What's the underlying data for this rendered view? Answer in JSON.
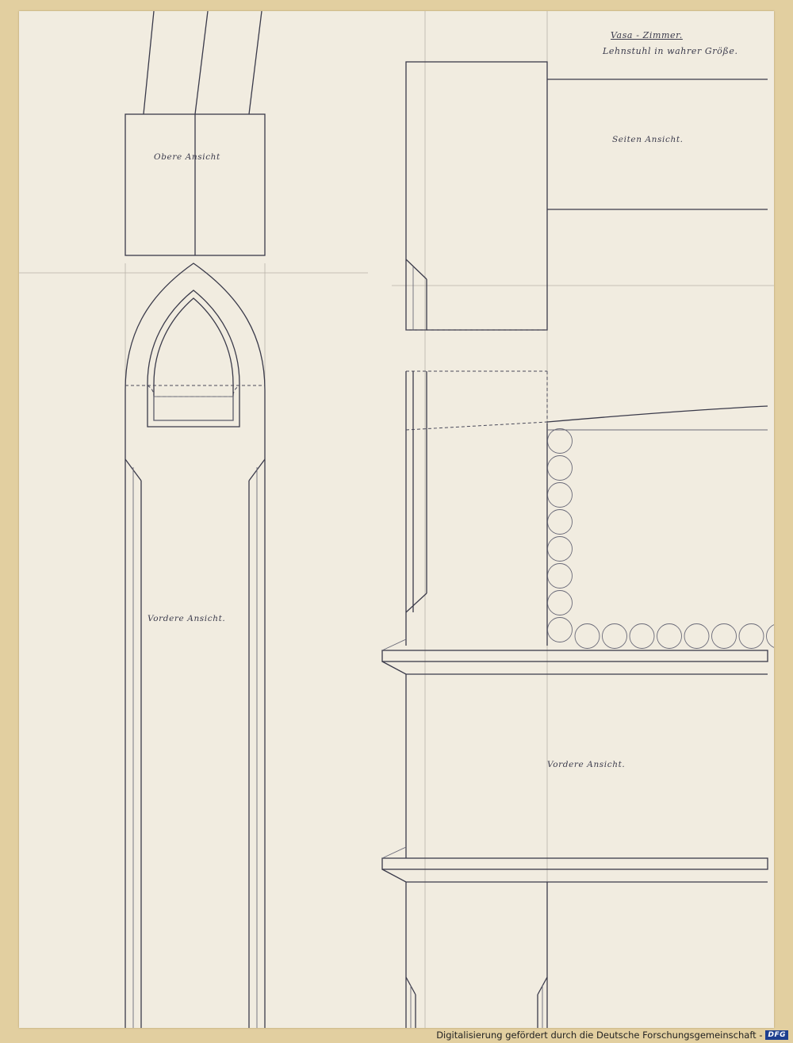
{
  "drawing": {
    "title_line1": "Vasa - Zimmer.",
    "title_line2": "Lehnstuhl in wahrer Größe.",
    "labels": {
      "top_view": "Obere Ansicht",
      "front_view_left": "Vordere Ansicht.",
      "side_view": "Seiten Ansicht.",
      "front_view_right": "Vordere Ansicht."
    }
  },
  "footer": {
    "text": "Digitalisierung gefördert durch die Deutsche Forschungsgemeinschaft -",
    "logo": "DFG"
  }
}
